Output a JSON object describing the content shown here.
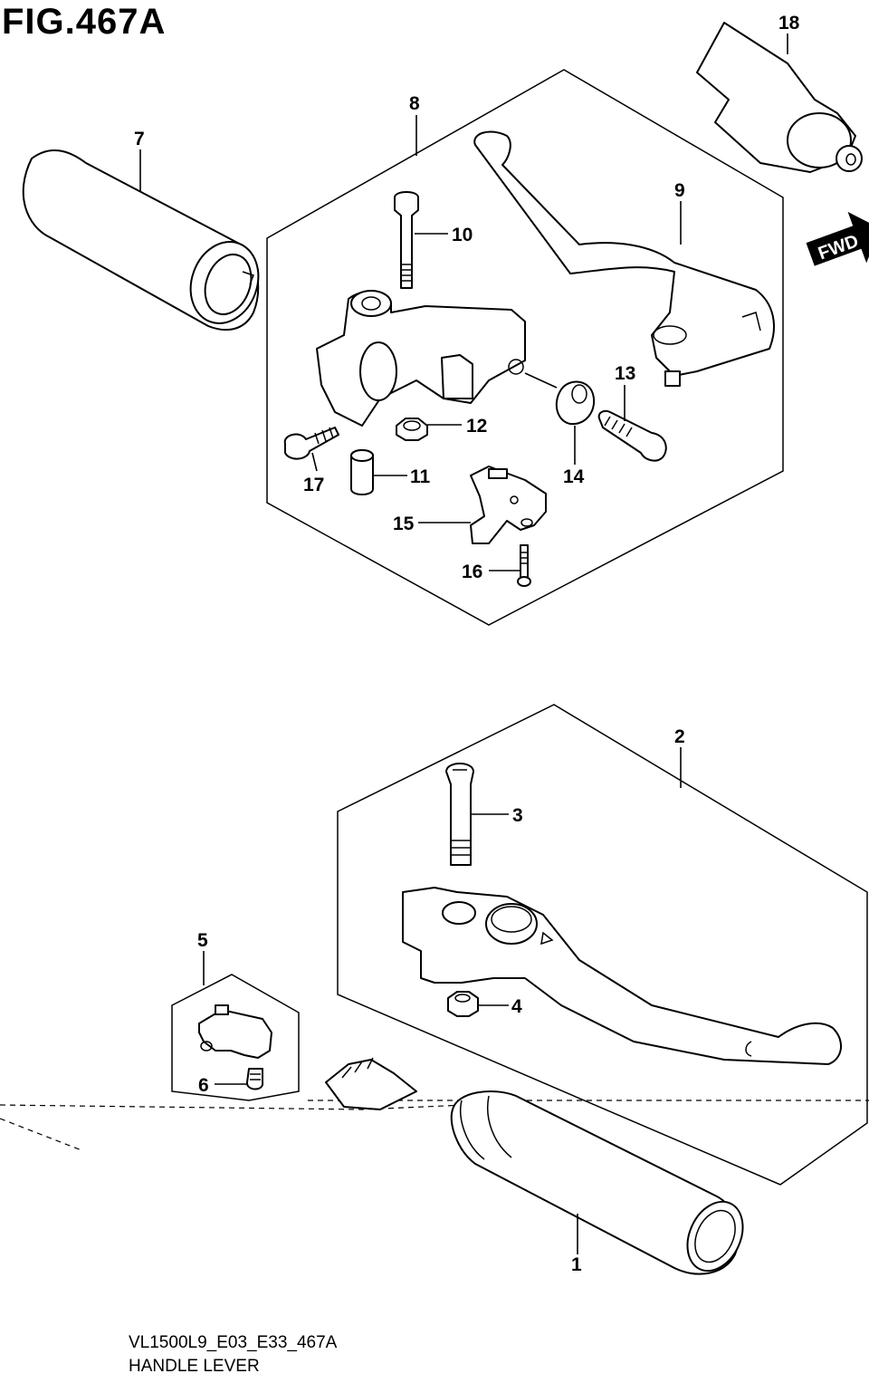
{
  "figure": {
    "title": "FIG.467A"
  },
  "footer": {
    "code": "VL1500L9_E03_E33_467A",
    "name": "HANDLE LEVER"
  },
  "fwd_label": "FWD",
  "callouts": {
    "p1": "1",
    "p2": "2",
    "p3": "3",
    "p4": "4",
    "p5": "5",
    "p6": "6",
    "p7": "7",
    "p8": "8",
    "p9": "9",
    "p10": "10",
    "p11": "11",
    "p12": "12",
    "p13": "13",
    "p14": "14",
    "p15": "15",
    "p16": "16",
    "p17": "17",
    "p18": "18"
  }
}
